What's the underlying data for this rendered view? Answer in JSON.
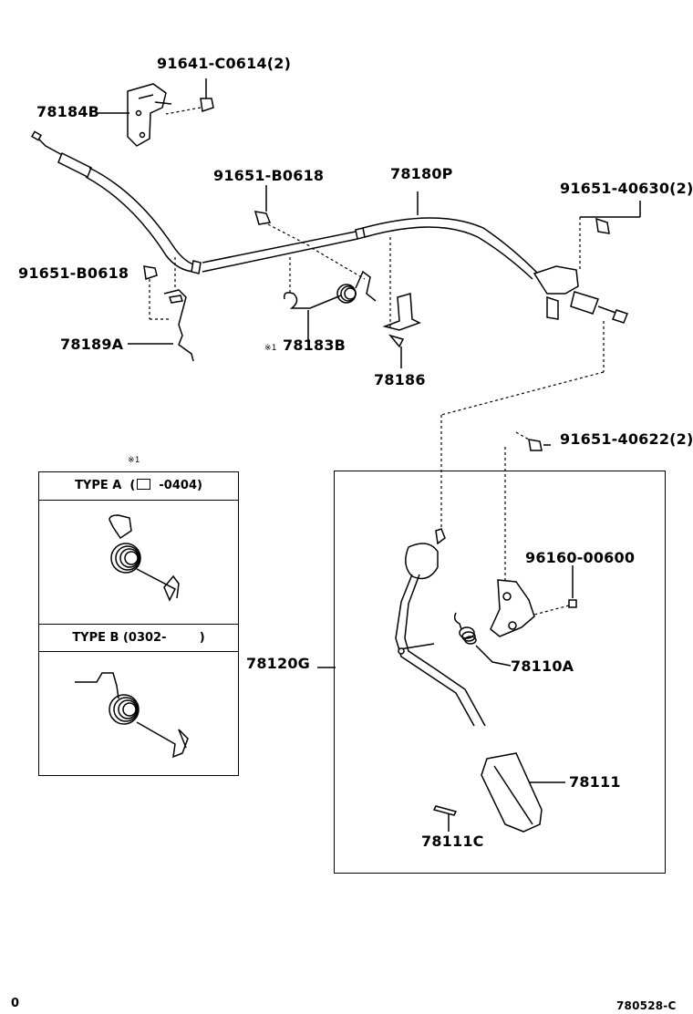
{
  "labels": {
    "bolt_bracket": "91641-C0614",
    "bolt_bracket_qty": "(2)",
    "bracket": "78184B",
    "bolt_cable_left": "91651-B0618",
    "cable": "78180P",
    "bolt_right": "91651-40630",
    "bolt_right_qty": "(2)",
    "bolt_left": "91651-B0618",
    "clamp": "78189A",
    "spring_note_mark": "※1",
    "spring": "78183B",
    "clip": "78186",
    "bolt_pedal": "91651-40622",
    "bolt_pedal_qty": "(2)",
    "nut": "96160-00600",
    "pedal_assy": "78120G",
    "pedal_spring": "78110A",
    "pedal_pad": "78111",
    "pin": "78111C"
  },
  "note": {
    "mark": "※1",
    "type_a": "TYPE A",
    "type_a_range": "-0404)",
    "type_b": "TYPE B",
    "type_b_range": "(0302-",
    "type_b_close": ")"
  },
  "footer": {
    "left": "0",
    "right": "780528-C"
  }
}
